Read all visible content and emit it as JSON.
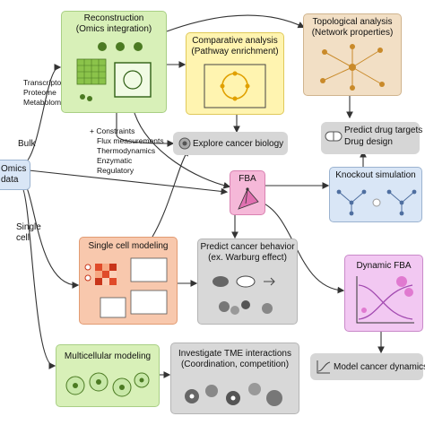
{
  "colors": {
    "green": "#d8f0b8",
    "yellow": "#fff4b0",
    "tan": "#f2dfc5",
    "pink": "#f5b8d8",
    "lightblue": "#d9e6f6",
    "salmon": "#f8c8ad",
    "gray": "#d8d8d8",
    "violet": "#f2c8f2",
    "arrow": "#333333"
  },
  "source": {
    "label": "Omics data"
  },
  "inputs": {
    "omics_types": [
      "Transcriptome",
      "Proteome",
      "Metabolome"
    ]
  },
  "branches": {
    "bulk": "Bulk",
    "single": "Single cell"
  },
  "constraints": {
    "header": "+ Constraints",
    "items": [
      "Flux measurements",
      "Thermodynamics",
      "Enzymatic",
      "Regulatory"
    ]
  },
  "nodes": {
    "reconstruction": {
      "title": "Reconstruction",
      "subtitle": "(Omics integration)"
    },
    "comparative": {
      "title": "Comparative analysis",
      "subtitle": "(Pathway enrichment)"
    },
    "topological": {
      "title": "Topological analysis",
      "subtitle": "(Network properties)"
    },
    "explore": {
      "title": "Explore cancer biology"
    },
    "drug": {
      "title": "Predict drug targets",
      "subtitle": "Drug design"
    },
    "fba": {
      "title": "FBA"
    },
    "knockout": {
      "title": "Knockout simulation"
    },
    "single_cell_modeling": {
      "title": "Single cell modeling"
    },
    "predict_behavior": {
      "title": "Predict cancer behavior",
      "subtitle": "(ex. Warburg effect)"
    },
    "dynamic_fba": {
      "title": "Dynamic FBA"
    },
    "multicellular": {
      "title": "Multicellular modeling"
    },
    "tme": {
      "title": "Investigate TME interactions",
      "subtitle": "(Coordination, competition)"
    },
    "model_dynamics": {
      "title": "Model cancer dynamics"
    }
  }
}
